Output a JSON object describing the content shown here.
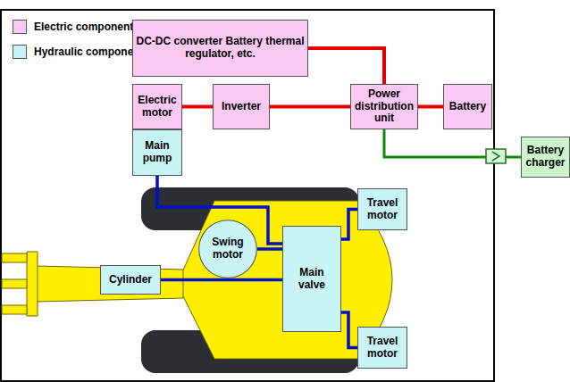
{
  "diagram": {
    "nodes": [
      {
        "text": [
          "DC-DC converter Battery thermal regulator, etc."
        ]
      },
      {
        "text": [
          "Electric motor"
        ]
      },
      {
        "text": [
          "Inverter"
        ]
      },
      {
        "text": [
          "Power distribution unit"
        ]
      },
      {
        "text": [
          "Battery"
        ]
      },
      {
        "text": [
          "Main pump"
        ]
      },
      {
        "text": [
          "Battery charger"
        ]
      },
      {
        "text": [
          "Swing motor"
        ]
      },
      {
        "text": [
          "Main valve"
        ]
      },
      {
        "text": [
          "Travel motor"
        ]
      },
      {
        "text": [
          "Cylinder"
        ]
      },
      {
        "text": [
          "Travel motor"
        ]
      }
    ],
    "edges": [
      {
        "from": 1,
        "to": 2,
        "arrow": "none"
      },
      {
        "from": 2,
        "to": 3,
        "arrow": "none"
      },
      {
        "from": 3,
        "to": 4,
        "arrow": "none"
      },
      {
        "from": 0,
        "to": 3,
        "arrow": "none"
      },
      {
        "from": 3,
        "to": 6,
        "arrow": "none"
      },
      {
        "from": 5,
        "to": 8,
        "arrow": "none"
      },
      {
        "from": 7,
        "to": 8,
        "arrow": "none"
      },
      {
        "from": 10,
        "to": 8,
        "arrow": "none"
      },
      {
        "from": 8,
        "to": 9,
        "arrow": "none"
      },
      {
        "from": 8,
        "to": 11,
        "arrow": "none"
      }
    ],
    "legend": [
      {
        "text": "Electric components",
        "color": "#f9c9f3"
      },
      {
        "text": "Hydraulic components",
        "color": "#c8f4f6"
      }
    ]
  }
}
